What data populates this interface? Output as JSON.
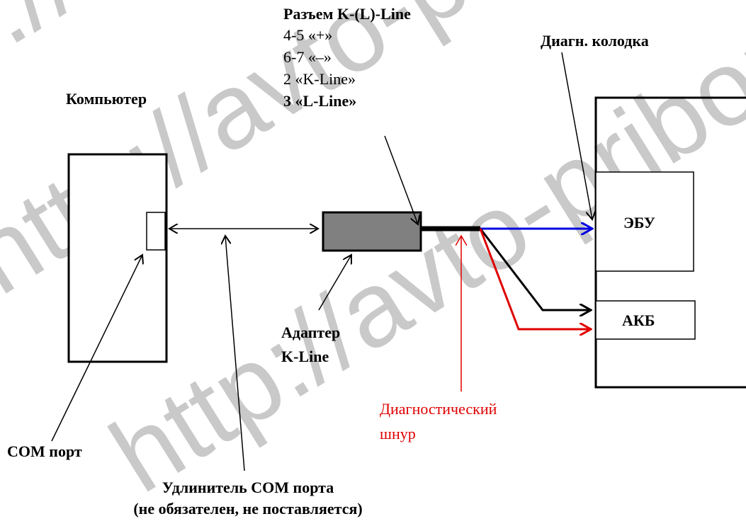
{
  "watermark": {
    "text": "http://avto-pribor.nm.ru",
    "color": "#c9c9c9"
  },
  "labels": {
    "computer": "Компьютер",
    "connector_title": "Разъем K-(L)-Line",
    "connector_pins": [
      "4-5  «+»",
      "6-7  «–»",
      "2  «K-Line»",
      "3  «L-Line»"
    ],
    "diag_block": "Диагн. колодка",
    "ecu": "ЭБУ",
    "battery": "АКБ",
    "adapter": [
      "Адаптер",
      "K-Line"
    ],
    "diag_cable": [
      "Диагностический",
      "шнур"
    ],
    "com_port": "COM порт",
    "extension": [
      "Удлинитель COM порта",
      "(не обязателен, не поставляется)"
    ]
  },
  "colors": {
    "line": "#000000",
    "adapter_fill": "#808080",
    "signal_wire": "#0000e0",
    "power_wire": "#e00000",
    "label_red": "#e00000"
  }
}
